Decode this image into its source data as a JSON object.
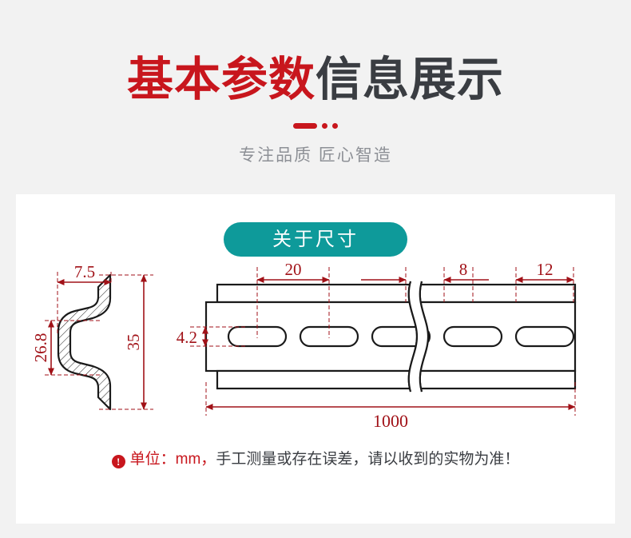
{
  "header": {
    "title_accent": "基本参数",
    "title_plain": "信息展示",
    "subtitle": "专注品质 匠心智造"
  },
  "card": {
    "section_pill": "关于尺寸"
  },
  "drawing": {
    "profile_view": {
      "name": "cross-section-profile",
      "dim_width_top": "7.5",
      "dim_height_inner": "26.8",
      "dim_height_total": "35"
    },
    "rail_view": {
      "name": "din-rail-side-view",
      "dim_slot_pitch": "20",
      "dim_slot_gap": "8",
      "dim_slot_length": "12",
      "dim_slot_height": "4.2",
      "dim_total_length": "1000",
      "slot_count": 5
    }
  },
  "note": {
    "badge": "!",
    "red_part": "单位：mm，",
    "dark_part": "手工测量或存在误差，请以收到的实物为准！"
  },
  "colors": {
    "accent_red": "#c8161d",
    "teal": "#0e9a9a",
    "dark_text": "#3a3d42",
    "muted_text": "#8d9096",
    "page_bg": "#f2f2f2",
    "card_bg": "#ffffff",
    "line_dark": "#1a1a1a",
    "dim_red": "#a11218"
  }
}
